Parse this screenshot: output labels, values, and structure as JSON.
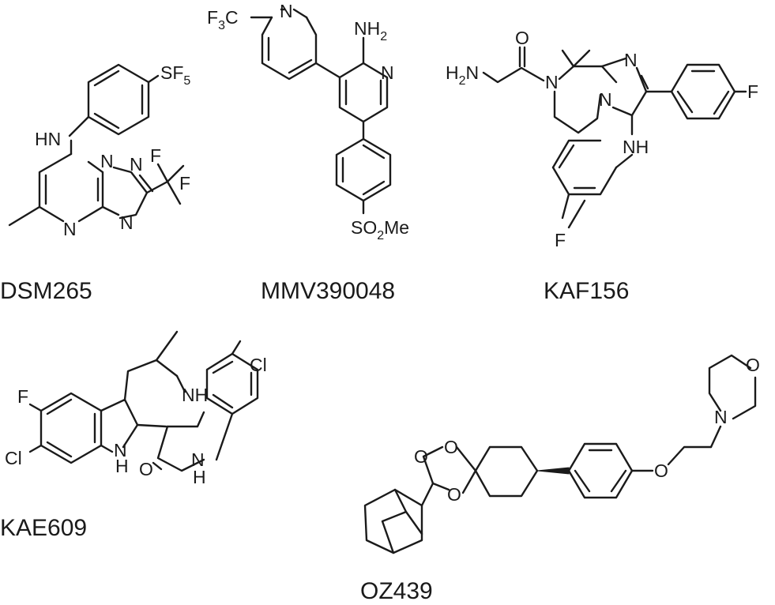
{
  "compounds": {
    "dsm265": {
      "name": "DSM265",
      "atoms": {
        "hn": "HN",
        "sf": "SF",
        "sf_sub": "5",
        "n1": "N",
        "n2": "N",
        "n3": "N",
        "n4": "N",
        "f1": "F",
        "f2": "F"
      }
    },
    "mmv390048": {
      "name": "MMV390048",
      "atoms": {
        "f3c": "F",
        "f3c_sub": "3",
        "f3c_c": "C",
        "n_top": "N",
        "nh2": "NH",
        "nh2_sub": "2",
        "n_pyr": "N",
        "so2me": "SO",
        "so2me_sub": "2",
        "so2me_me": "Me"
      }
    },
    "kaf156": {
      "name": "KAF156",
      "atoms": {
        "h2n": "H",
        "h2n_sub": "2",
        "h2n_n": "N",
        "o": "O",
        "n_am": "N",
        "n_im1": "N",
        "n_im2": "N",
        "nh": "NH",
        "f_right": "F",
        "f_bottom": "F"
      }
    },
    "kae609": {
      "name": "KAE609",
      "atoms": {
        "f": "F",
        "cl_left": "Cl",
        "cl_right": "Cl",
        "nh_top": "NH",
        "n_ind": "N",
        "h_ind": "H",
        "o": "O",
        "n_lac": "N",
        "h_lac": "H"
      }
    },
    "oz439": {
      "name": "OZ439",
      "atoms": {
        "o1": "O",
        "o2": "O",
        "o3": "O",
        "o_eth": "O",
        "o_morph": "O",
        "n_morph": "N"
      }
    }
  }
}
